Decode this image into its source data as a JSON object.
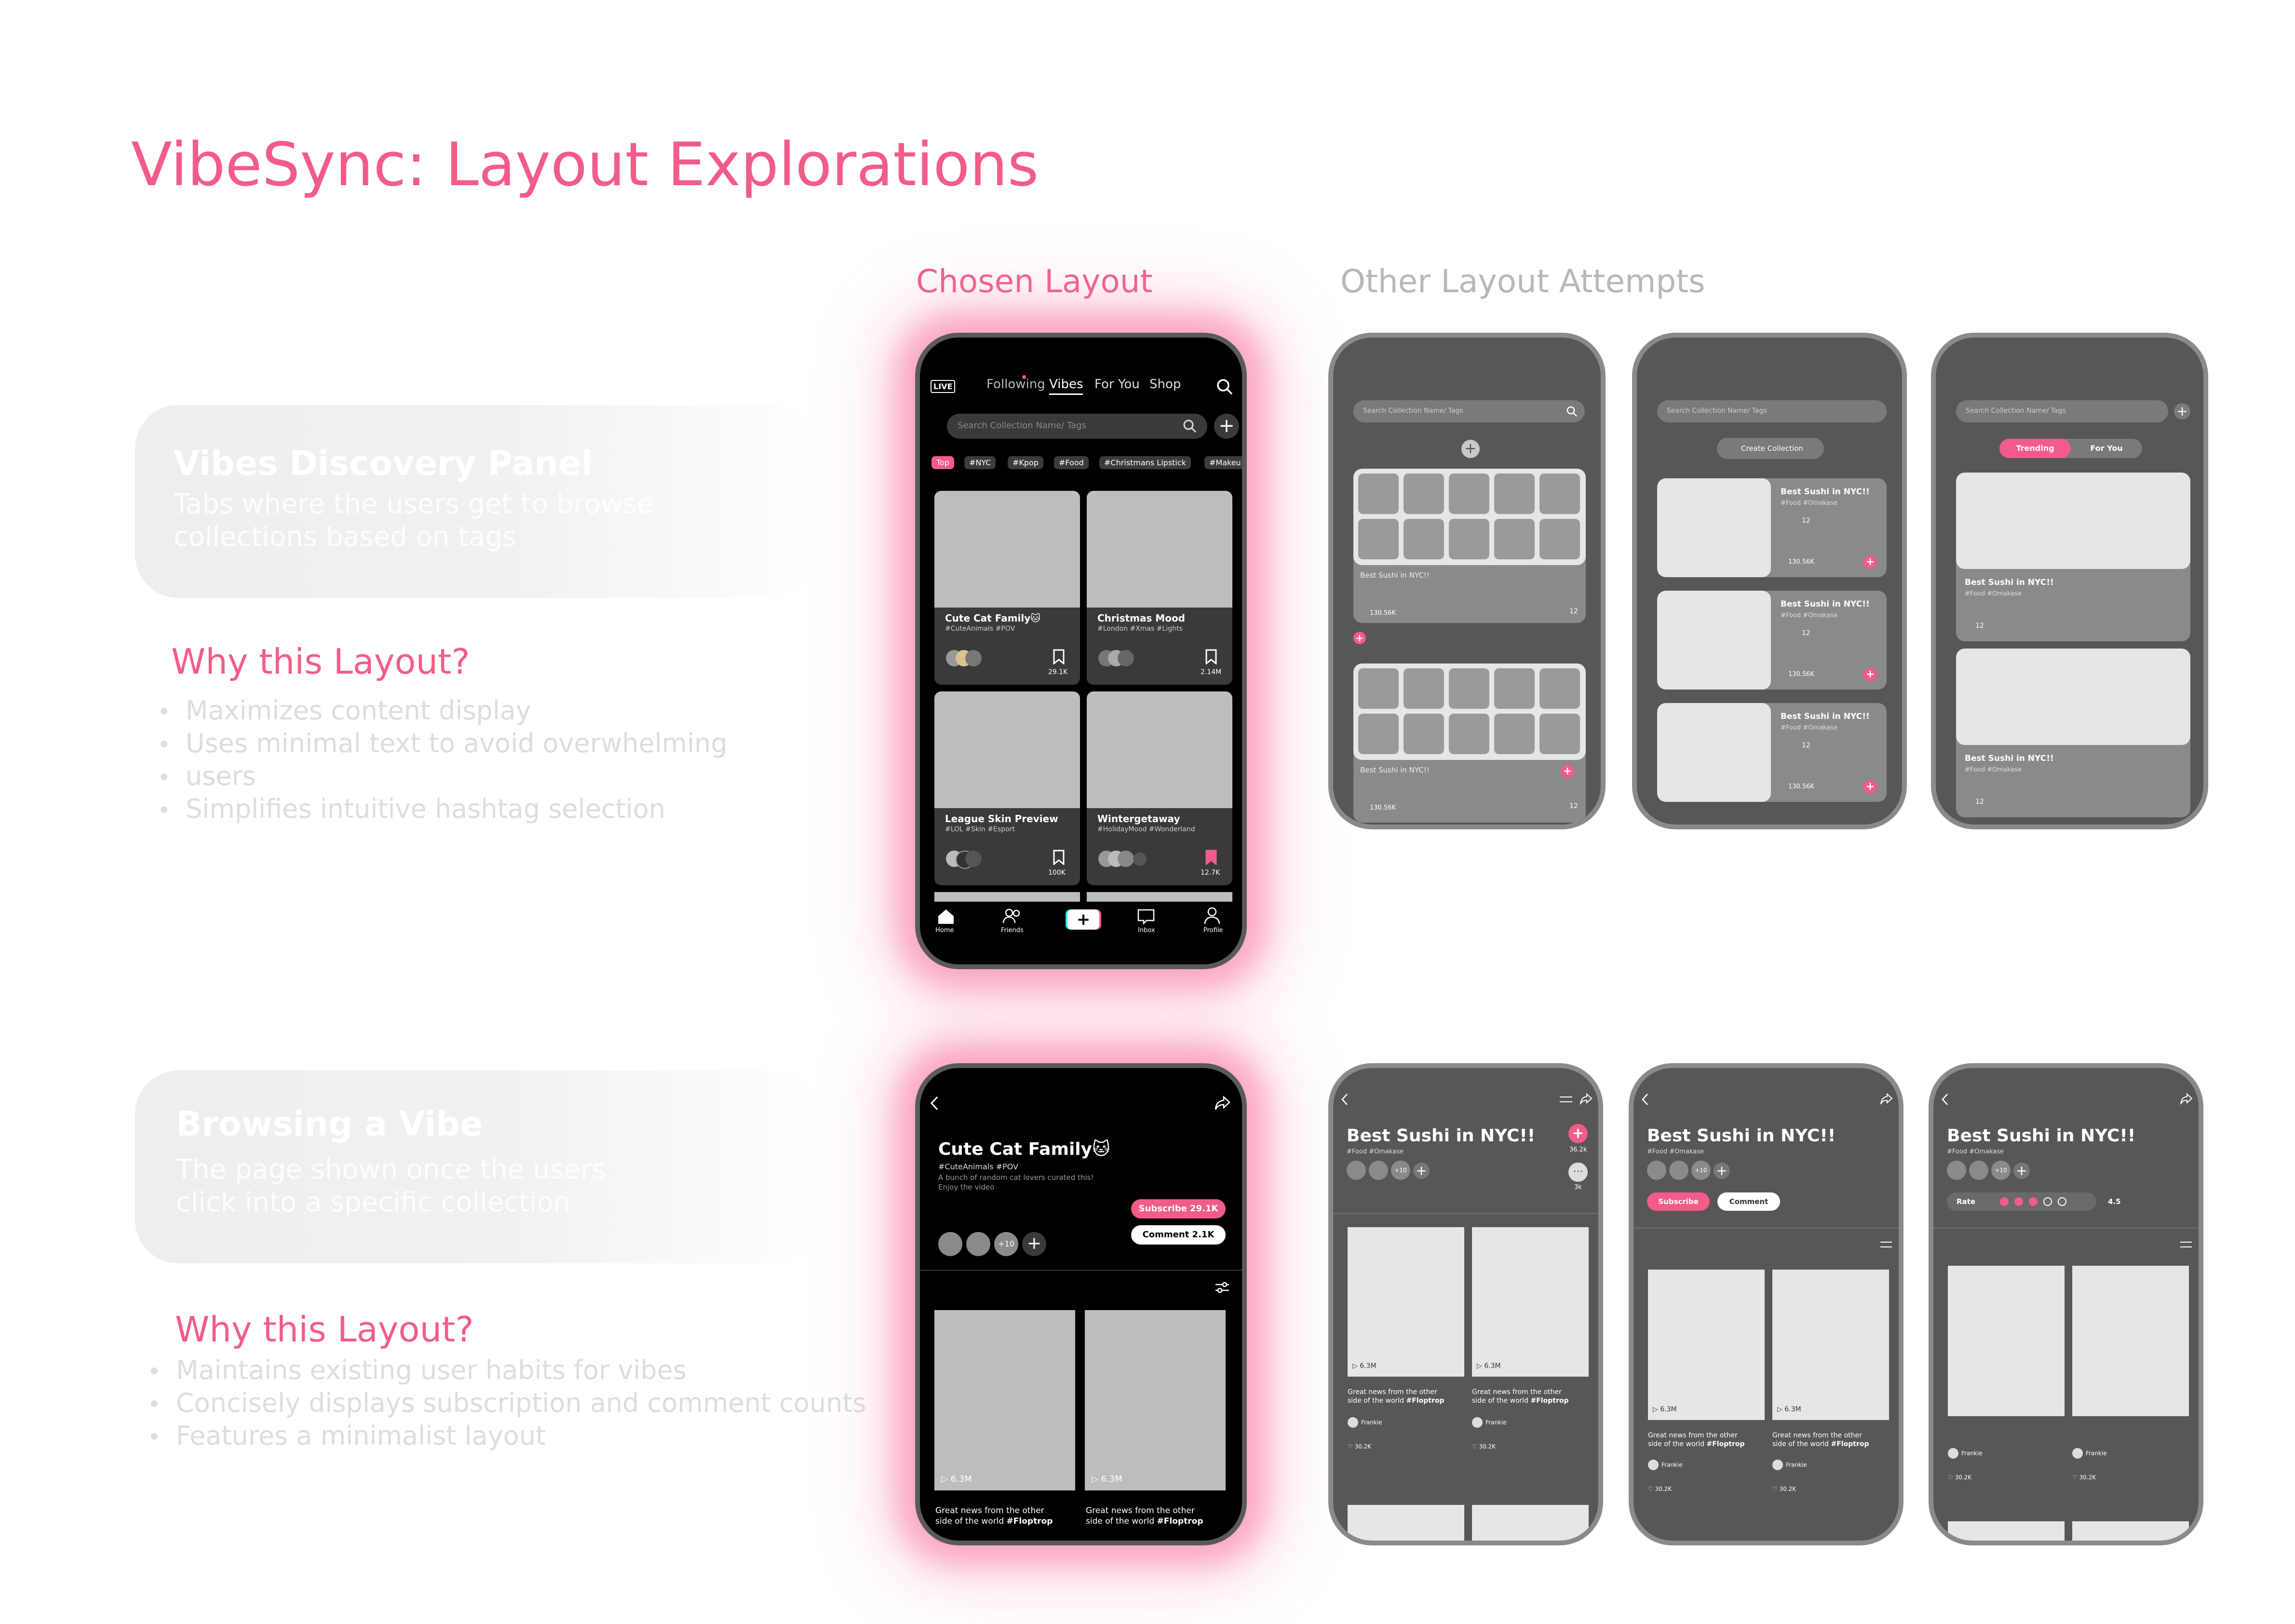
{
  "title": "VibeSync: Layout Explorations",
  "chosen_label": "Chosen Layout",
  "other_label": "Other Layout Attempts",
  "sections": [
    {
      "panel_title": "Vibes Discovery Panel",
      "panel_desc_1": "Tabs where the users get to browse",
      "panel_desc_2": "collections based on tags",
      "why": "Why this Layout?",
      "bullets": [
        "Maximizes content display",
        "Uses minimal text to avoid overwhelming",
        "users",
        "Simplifies intuitive hashtag selection"
      ]
    },
    {
      "panel_title": "Browsing a Vibe",
      "panel_desc_1": "The page shown once the users",
      "panel_desc_2": "click into a specific collection",
      "why": "Why this Layout?",
      "bullets": [
        "Maintains existing user habits for vibes",
        "Concisely displays subscription and comment counts",
        "Features a minimalist layout"
      ]
    }
  ],
  "discovery": {
    "live": "LIVE",
    "nav": [
      "Following",
      "Vibes",
      "For You",
      "Shop"
    ],
    "search_placeholder": "Search Collection Name/ Tags",
    "tags": [
      "Top",
      "#NYC",
      "#Kpop",
      "#Food",
      "#Christmans Lipstick",
      "#Makeu"
    ],
    "cards": [
      {
        "title": "Cute Cat Family🐱",
        "tags": "#CuteAnimals #POV",
        "count": "29.1K",
        "saved": false
      },
      {
        "title": "Christmas Mood",
        "tags": "#London #Xmas #Lights",
        "count": "2.14M",
        "saved": false
      },
      {
        "title": "League Skin Preview",
        "tags": "#LOL #Skin #Esport",
        "count": "100K",
        "saved": false
      },
      {
        "title": "Wintergetaway",
        "tags": "#HolidayMood #Wonderland",
        "count": "12.7K",
        "saved": true
      }
    ],
    "tabbar": [
      "Home",
      "Friends",
      "",
      "Inbox",
      "Profile"
    ]
  },
  "alt_discovery": {
    "search_placeholder": "Search Collection Name/ Tags",
    "a_item": "Best Sushi in NYC!!",
    "a_count": "130.56K",
    "a_members": "12",
    "b_create": "Create Collection",
    "b_title": "Best Sushi in NYC!!",
    "b_tags": "#Food #Omakase",
    "b_members": "12",
    "b_count": "130.56K",
    "c_tabs": [
      "Trending",
      "For You"
    ],
    "c_title": "Best Sushi in NYC!!",
    "c_tags": "#Food #Omakase",
    "c_members": "12"
  },
  "vibe": {
    "title": "Cute Cat Family🐱",
    "tags": "#CuteAnimals #POV",
    "desc_1": "A bunch of random cat lovers curated this!",
    "desc_2": "Enjoy the video",
    "plus_more": "+10",
    "subscribe": "Subscribe  29.1K",
    "comment": "Comment  2.1K",
    "videos": [
      {
        "views": "6.3M",
        "cap_1": "Great news from the other",
        "cap_2": "side of the world",
        "tag": "#Floptrop"
      },
      {
        "views": "6.3M",
        "cap_1": "Great news from the other",
        "cap_2": "side of the world",
        "tag": "#Floptrop"
      }
    ]
  },
  "alt_vibe": {
    "title": "Best Sushi in NYC!!",
    "tags": "#Food #Omakase",
    "plus_more": "+10",
    "a_likes": "36.2k",
    "a_comments": "3k",
    "views": "6.3M",
    "cap_1": "Great news from the other",
    "cap_2": "side of the world",
    "tag": "#Floptrop",
    "author": "Frankie",
    "likes": "30.2K",
    "b_subscribe": "Subscribe",
    "b_comment": "Comment",
    "c_rate": "Rate",
    "c_score": "4.5"
  },
  "colors": {
    "accent": "#f25c88",
    "dark_phone": "#000000",
    "gray_phone": "#575757"
  }
}
